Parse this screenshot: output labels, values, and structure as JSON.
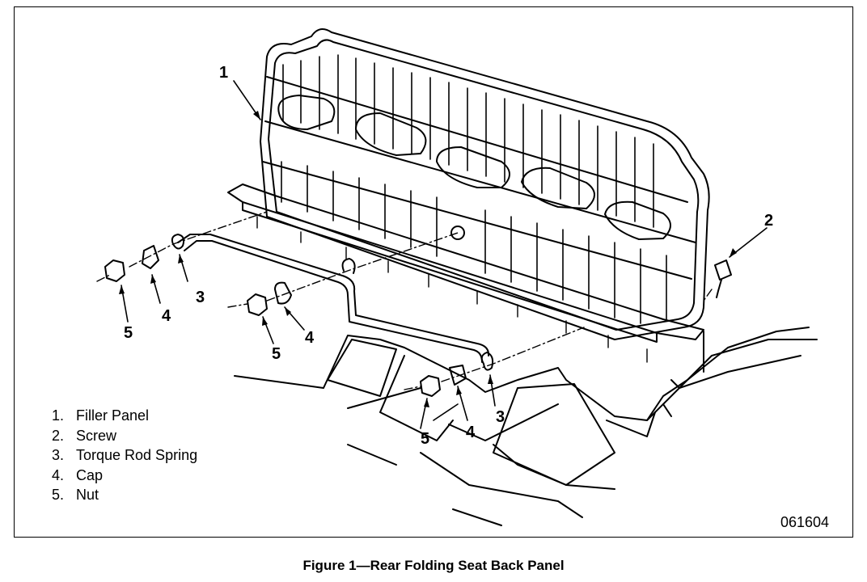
{
  "callouts": {
    "c1": "1",
    "c2": "2",
    "c3a": "3",
    "c3b": "3",
    "c4a": "4",
    "c4b": "4",
    "c4c": "4",
    "c5a": "5",
    "c5b": "5",
    "c5c": "5"
  },
  "legend": [
    {
      "num": "1.",
      "label": "Filler Panel"
    },
    {
      "num": "2.",
      "label": "Screw"
    },
    {
      "num": "3.",
      "label": "Torque Rod Spring"
    },
    {
      "num": "4.",
      "label": "Cap"
    },
    {
      "num": "5.",
      "label": "Nut"
    }
  ],
  "figure_code": "061604",
  "caption": "Figure 1—Rear Folding Seat Back Panel"
}
